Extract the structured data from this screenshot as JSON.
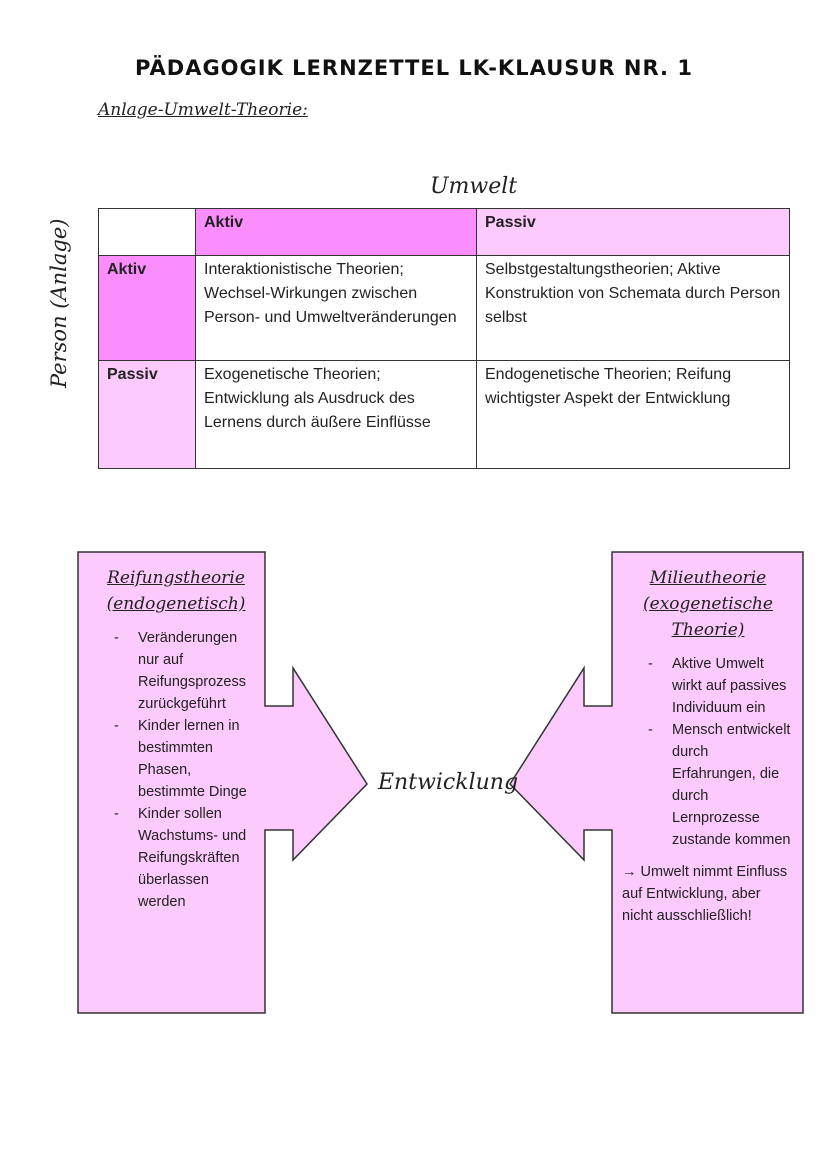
{
  "title": "PÄDAGOGIK LERNZETTEL LK-KLAUSUR NR. 1",
  "subtitle": "Anlage-Umwelt-Theorie:",
  "matrix": {
    "column_axis": "Umwelt",
    "row_axis": "Person (Anlage)",
    "col_headers": [
      "Aktiv",
      "Passiv"
    ],
    "rows": [
      {
        "label": "Aktiv",
        "cells": [
          "Interaktionistische Theorien; Wechsel-Wirkungen zwischen Person- und Umweltveränderungen",
          "Selbstgestaltungstheorien; Aktive Konstruktion von Schemata durch Person selbst"
        ]
      },
      {
        "label": "Passiv",
        "cells": [
          "Exogenetische Theorien; Entwicklung als Ausdruck des Lernens durch äußere Einflüsse",
          "Endogenetische Theorien; Reifung wichtigster Aspekt der Entwicklung"
        ]
      }
    ]
  },
  "diagram": {
    "center_label": "Entwicklung",
    "left_box": {
      "title": "Reifungstheorie (endogenetisch)",
      "bullets": [
        "Veränderungen nur auf Reifungsprozess zurückgeführt",
        "Kinder lernen in bestimmten Phasen, bestimmte Dinge",
        "Kinder sollen Wachstums- und Reifungskräften überlassen werden"
      ]
    },
    "right_box": {
      "title": "Milieutheorie (exogenetische Theorie)",
      "bullets": [
        "Aktive Umwelt wirkt auf passives Individuum ein",
        "Mensch entwickelt durch Erfahrungen, die durch Lernprozesse zustande kommen"
      ],
      "conclusion": "→ Umwelt nimmt Einfluss auf Entwicklung, aber nicht ausschließlich!"
    }
  },
  "colors": {
    "aktiv_fill": "#fc8dfc",
    "passiv_fill": "#fccafc",
    "outline": "#333333"
  }
}
